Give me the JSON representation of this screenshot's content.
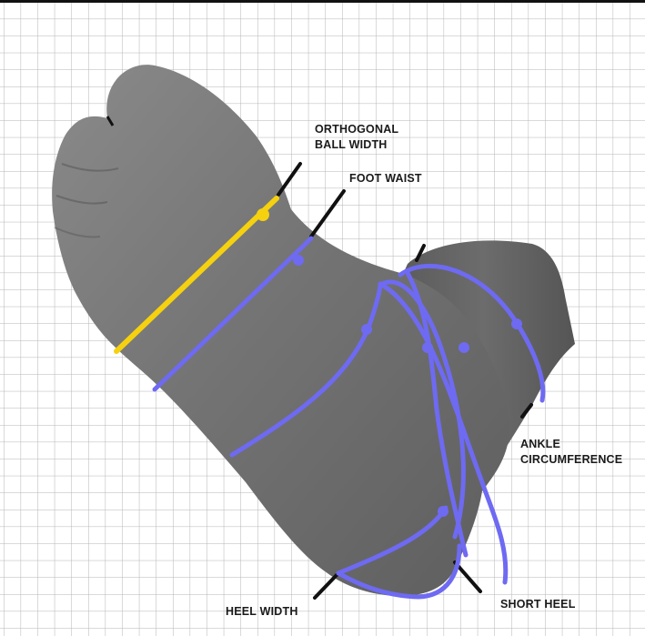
{
  "labels": {
    "orthogonal_ball_width": {
      "line1": "ORTHOGONAL",
      "line2": "BALL WIDTH"
    },
    "foot_waist": "FOOT WAIST",
    "ankle_circumference": {
      "line1": "ANKLE",
      "line2": "CIRCUMFERENCE"
    },
    "heel_width": "HEEL WIDTH",
    "short_heel": "SHORT HEEL"
  },
  "colors": {
    "ball_width_line": "#f5d10f",
    "measurement_lines": "#6e6af2",
    "foot_surface": "#707070",
    "grid": "#b4b4b4",
    "leader_lines": "#111111"
  }
}
